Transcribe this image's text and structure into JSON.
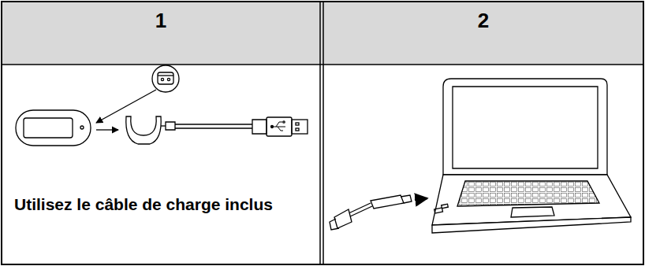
{
  "diagram": {
    "labels": [
      "1",
      "2",
      "Utilisez le câble de charge inclus"
    ]
  }
}
